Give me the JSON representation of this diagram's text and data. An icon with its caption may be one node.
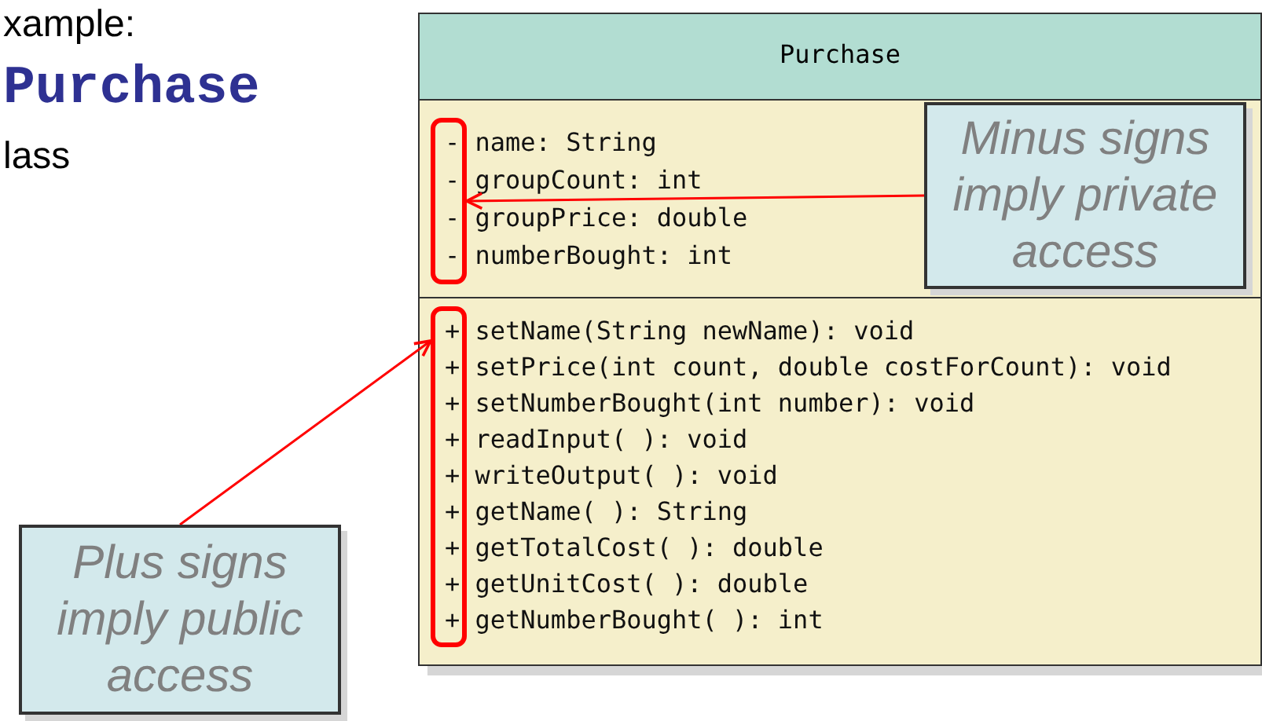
{
  "diagram": {
    "nodes": [
      {
        "text": [
          "Purchase"
        ]
      },
      {
        "text": [
          "- name: String",
          "- groupCount: int",
          "- groupPrice: double",
          "- numberBought: int"
        ],
        "in": 0
      },
      {
        "text": [
          "+ setName(String newName): void",
          "+ setPrice(int count, double costForCount): void",
          "+ setNumberBought(int number): void",
          "+ readInput( ): void",
          "+ writeOutput( ): void",
          "+ getName( ): String",
          "+ getTotalCost( ): double",
          "+ getUnitCost( ): double",
          "+ getNumberBought( ): int"
        ],
        "in": 0
      },
      {
        "text": [],
        "shape": "box",
        "in": 1
      },
      {
        "text": [
          "Minus signs imply private access"
        ],
        "in": 1
      },
      {
        "text": [],
        "shape": "box",
        "in": 2
      },
      {
        "text": [
          "Plus signs imply public access"
        ]
      }
    ],
    "edges": [
      {
        "from": 4,
        "to": 3,
        "arrow": "to",
        "color": "#ff0000"
      },
      {
        "from": 6,
        "to": 5,
        "arrow": "to",
        "color": "#ff0000"
      }
    ],
    "labels": [
      "xample:",
      "Purchase",
      "lass"
    ]
  }
}
